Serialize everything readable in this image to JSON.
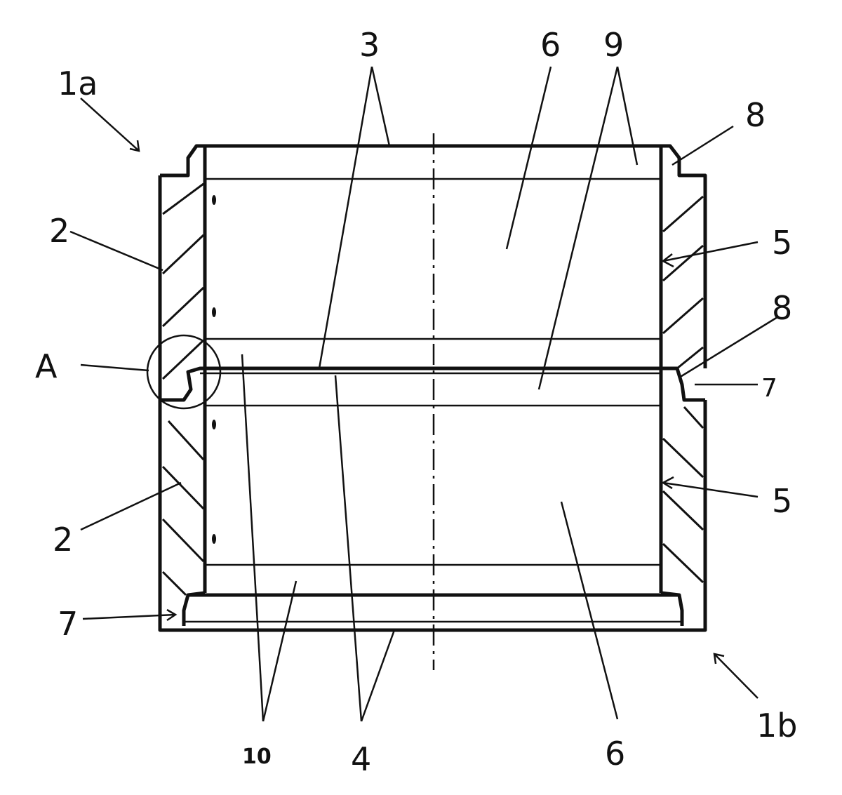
{
  "labels": {
    "ref_1a": "1a",
    "ref_1b": "1b",
    "ref_2_upper": "2",
    "ref_2_lower": "2",
    "ref_3": "3",
    "ref_4": "4",
    "ref_5_upper": "5",
    "ref_5_lower": "5",
    "ref_6_upper": "6",
    "ref_6_lower": "6",
    "ref_7_right": "7",
    "ref_7_left": "7",
    "ref_8_upper": "8",
    "ref_8_lower": "8",
    "ref_9": "9",
    "ref_10": "10",
    "ref_A": "A"
  }
}
